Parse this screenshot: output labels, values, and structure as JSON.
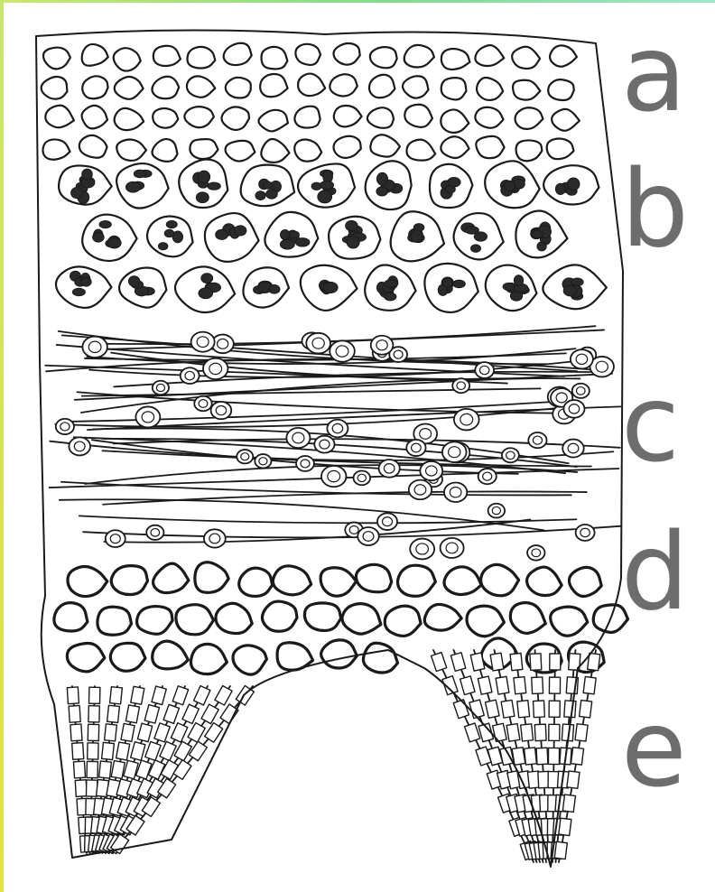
{
  "figure": {
    "layer_labels": [
      "a",
      "b",
      "c",
      "d",
      "e"
    ],
    "colors": {
      "ink": "#1a1a1a",
      "label": "#6d6d6d",
      "paper": "#ffffff",
      "frame_accent": "#c9e86a"
    }
  }
}
